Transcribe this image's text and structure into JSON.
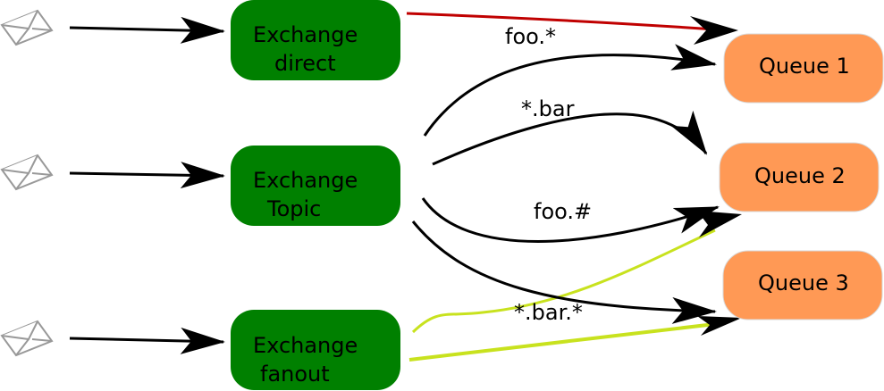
{
  "exchanges": [
    {
      "line1": "Exchange",
      "line2": "direct"
    },
    {
      "line1": "Exchange",
      "line2": "Topic"
    },
    {
      "line1": "Exchange",
      "line2": "fanout"
    }
  ],
  "queues": [
    {
      "label": "Queue 1"
    },
    {
      "label": "Queue 2"
    },
    {
      "label": "Queue 3"
    }
  ],
  "routing_keys": {
    "foo_star": "foo.*",
    "star_bar": "*.bar",
    "foo_hash": "foo.#",
    "star_bar_star": "*.bar.*"
  },
  "colors": {
    "exchange_fill": "#008000",
    "queue_fill": "#ff9955",
    "direct_binding": "#c00000",
    "fanout_binding": "#c8e21e",
    "topic_binding": "#000000",
    "envelope_stroke": "#999999"
  },
  "icons": {
    "message": "envelope-icon"
  }
}
